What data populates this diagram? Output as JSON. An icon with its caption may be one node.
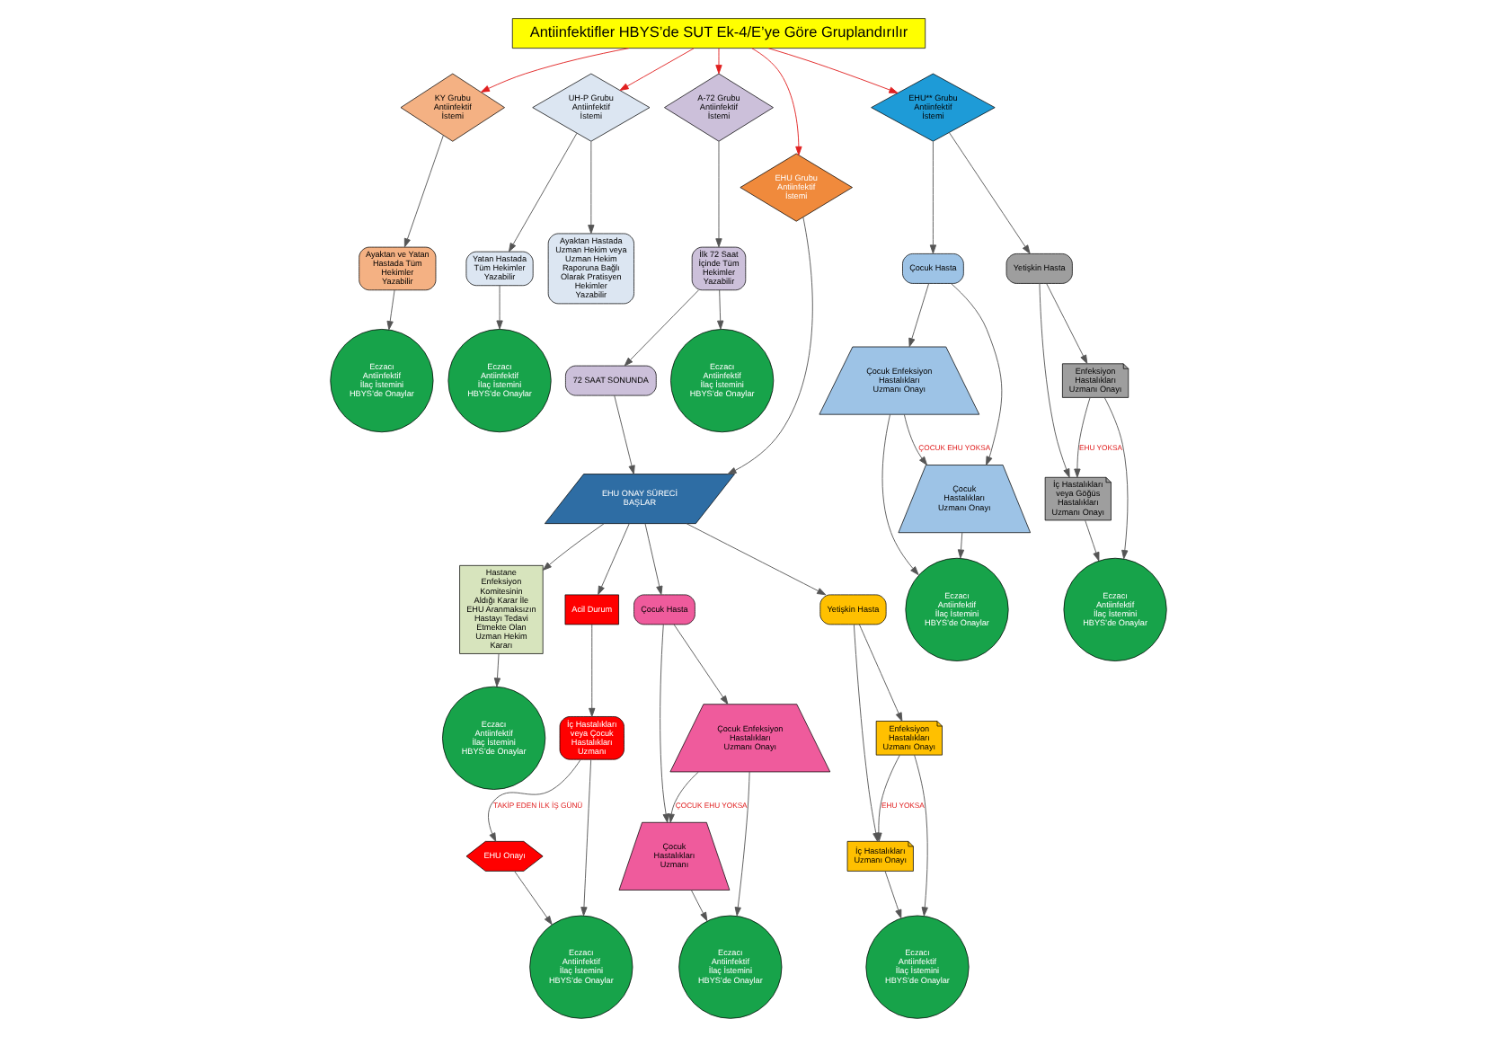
{
  "diagram": {
    "nodes": [
      {
        "text": [
          "Antiinfektifler HBYS’de SUT Ek-4/E’ye Göre Gruplandırılır"
        ]
      },
      {
        "text": [
          "KY Grubu Antiinfektif İstemi"
        ]
      },
      {
        "text": [
          "Ayaktan ve Yatan Hastada Tüm Hekimler Yazabilir"
        ]
      },
      {
        "text": [
          "Eczacı Antiinfektif İlaç İstemini HBYS’de Onaylar"
        ]
      },
      {
        "text": [
          "UH-P Grubu Antiinfektif İstemi"
        ]
      },
      {
        "text": [
          "Ayaktan Hastada Uzman Hekim veya Uzman Hekim Raporuna Bağlı Olarak Pratisyen Hekimler Yazabilir"
        ]
      },
      {
        "text": [
          "Yatan Hastada Tüm Hekimler Yazabilir"
        ]
      },
      {
        "text": [
          "Eczacı Antiinfektif İlaç İstemini HBYS’de Onaylar"
        ]
      },
      {
        "text": [
          "A-72 Grubu Antiinfektif İstemi"
        ]
      },
      {
        "text": [
          "Eczacı Antiinfektif İlaç İstemini HBYS’de Onaylar"
        ]
      },
      {
        "text": [
          "İlk 72 Saat İçinde Tüm Hekimler Yazabilir"
        ]
      },
      {
        "text": [
          "72 SAAT SONUNDA"
        ]
      },
      {
        "text": [
          "EHU Grubu Antiinfektif İstemi"
        ]
      },
      {
        "text": [
          "EHU ONAY SÜRECİ BAŞLAR"
        ]
      },
      {
        "text": [
          "Hastane Enfeksiyon Komitesinin Aldığı Karar İle EHU Aranmaksızın Hastayı Tedavi Etmekte Olan Uzman Hekim Kararı"
        ]
      },
      {
        "text": [
          "Eczacı Antiinfektif İlaç İstemini HBYS’de Onaylar"
        ]
      },
      {
        "text": [
          "Acil Durum"
        ]
      },
      {
        "text": [
          "İç Hastalıkları veya Çocuk Hastalıkları Uzmanı"
        ]
      },
      {
        "text": [
          "EHU Onayı"
        ]
      },
      {
        "text": [
          "Eczacı Antiinfektif İlaç İstemini HBYS’de Onaylar"
        ]
      },
      {
        "text": [
          "EHU** Grubu Antiinfektif İstemi"
        ]
      },
      {
        "text": [
          "Yetişkin Hasta"
        ]
      },
      {
        "text": [
          "Enfeksiyon Hastalıkları Uzmanı Onayı"
        ]
      },
      {
        "text": [
          "İç Hastalıkları veya Göğüs Hastalıkları Uzmanı Onayı"
        ]
      },
      {
        "text": [
          "Eczacı Antiinfektif İlaç İstemini HBYS’de Onaylar"
        ]
      },
      {
        "text": [
          "Çocuk Hasta"
        ]
      },
      {
        "text": [
          "Çocuk Enfeksiyon Hastalıkları Uzmanı Onayı"
        ]
      },
      {
        "text": [
          "Çocuk Hastalıkları Uzmanı Onayı"
        ]
      },
      {
        "text": [
          "Eczacı Antiinfektif İlaç İstemini HBYS’de Onaylar"
        ]
      },
      {
        "text": [
          "Çocuk Hasta"
        ]
      },
      {
        "text": [
          "Çocuk Enfeksiyon Hastalıkları Uzmanı Onayı"
        ]
      },
      {
        "text": [
          "Çocuk Hastalıkları Uzmanı"
        ]
      },
      {
        "text": [
          "Eczacı Antiinfektif İlaç İstemini HBYS’de Onaylar"
        ]
      },
      {
        "text": [
          "Yetişkin Hasta"
        ]
      },
      {
        "text": [
          "Enfeksiyon Hastalıkları Uzmanı Onayı"
        ]
      },
      {
        "text": [
          "İç Hastalıkları Uzmanı Onayı"
        ]
      },
      {
        "text": [
          "Eczacı Antiinfektif İlaç İstemini HBYS’de Onaylar"
        ]
      }
    ],
    "edges": [
      {
        "from": 0,
        "to": 1,
        "arrow": "to",
        "color": "#e02020"
      },
      {
        "from": 0,
        "to": 4,
        "arrow": "to",
        "color": "#e02020"
      },
      {
        "from": 0,
        "to": 8,
        "arrow": "to",
        "color": "#e02020"
      },
      {
        "from": 0,
        "to": 12,
        "arrow": "to",
        "color": "#e02020"
      },
      {
        "from": 0,
        "to": 20,
        "arrow": "to",
        "color": "#e02020"
      },
      {
        "from": 1,
        "to": 2,
        "arrow": "to"
      },
      {
        "from": 2,
        "to": 3,
        "arrow": "to"
      },
      {
        "from": 4,
        "to": 5,
        "arrow": "to"
      },
      {
        "from": 4,
        "to": 6,
        "arrow": "to"
      },
      {
        "from": 6,
        "to": 7,
        "arrow": "to"
      },
      {
        "from": 8,
        "to": 10,
        "arrow": "to"
      },
      {
        "from": 10,
        "to": 9,
        "arrow": "to"
      },
      {
        "from": 10,
        "to": 11,
        "arrow": "to"
      },
      {
        "from": 11,
        "to": 13,
        "arrow": "to"
      },
      {
        "from": 12,
        "to": 13,
        "arrow": "to"
      },
      {
        "from": 13,
        "to": 14,
        "arrow": "to"
      },
      {
        "from": 14,
        "to": 15,
        "arrow": "to"
      },
      {
        "from": 13,
        "to": 29,
        "arrow": "to"
      },
      {
        "from": 13,
        "to": 33,
        "arrow": "to"
      },
      {
        "from": 13,
        "to": 16,
        "arrow": "to"
      },
      {
        "from": 16,
        "to": 17,
        "arrow": "to"
      },
      {
        "from": 17,
        "to": 18,
        "arrow": "to",
        "label": "TAKİP EDEN İLK İŞ GÜNÜ"
      },
      {
        "from": 18,
        "to": 19,
        "arrow": "to"
      },
      {
        "from": 17,
        "to": 19,
        "arrow": "to"
      },
      {
        "from": 20,
        "to": 21,
        "arrow": "to"
      },
      {
        "from": 20,
        "to": 25,
        "arrow": "to"
      },
      {
        "from": 21,
        "to": 22,
        "arrow": "to"
      },
      {
        "from": 21,
        "to": 23,
        "arrow": "to"
      },
      {
        "from": 22,
        "to": 23,
        "arrow": "to",
        "label": "EHU YOKSA"
      },
      {
        "from": 22,
        "to": 24,
        "arrow": "to"
      },
      {
        "from": 23,
        "to": 24,
        "arrow": "to"
      },
      {
        "from": 25,
        "to": 26,
        "arrow": "to"
      },
      {
        "from": 25,
        "to": 27,
        "arrow": "to"
      },
      {
        "from": 26,
        "to": 27,
        "arrow": "to",
        "label": "ÇOCUK EHU YOKSA"
      },
      {
        "from": 26,
        "to": 28,
        "arrow": "to"
      },
      {
        "from": 27,
        "to": 28,
        "arrow": "to"
      },
      {
        "from": 29,
        "to": 30,
        "arrow": "to"
      },
      {
        "from": 29,
        "to": 31,
        "arrow": "to"
      },
      {
        "from": 30,
        "to": 31,
        "arrow": "to",
        "label": "ÇOCUK EHU YOKSA"
      },
      {
        "from": 30,
        "to": 32,
        "arrow": "to"
      },
      {
        "from": 31,
        "to": 32,
        "arrow": "to"
      },
      {
        "from": 33,
        "to": 34,
        "arrow": "to"
      },
      {
        "from": 33,
        "to": 35,
        "arrow": "to"
      },
      {
        "from": 34,
        "to": 35,
        "arrow": "to",
        "label": "EHU YOKSA"
      },
      {
        "from": 34,
        "to": 36,
        "arrow": "to"
      },
      {
        "from": 35,
        "to": 36,
        "arrow": "to"
      }
    ]
  }
}
